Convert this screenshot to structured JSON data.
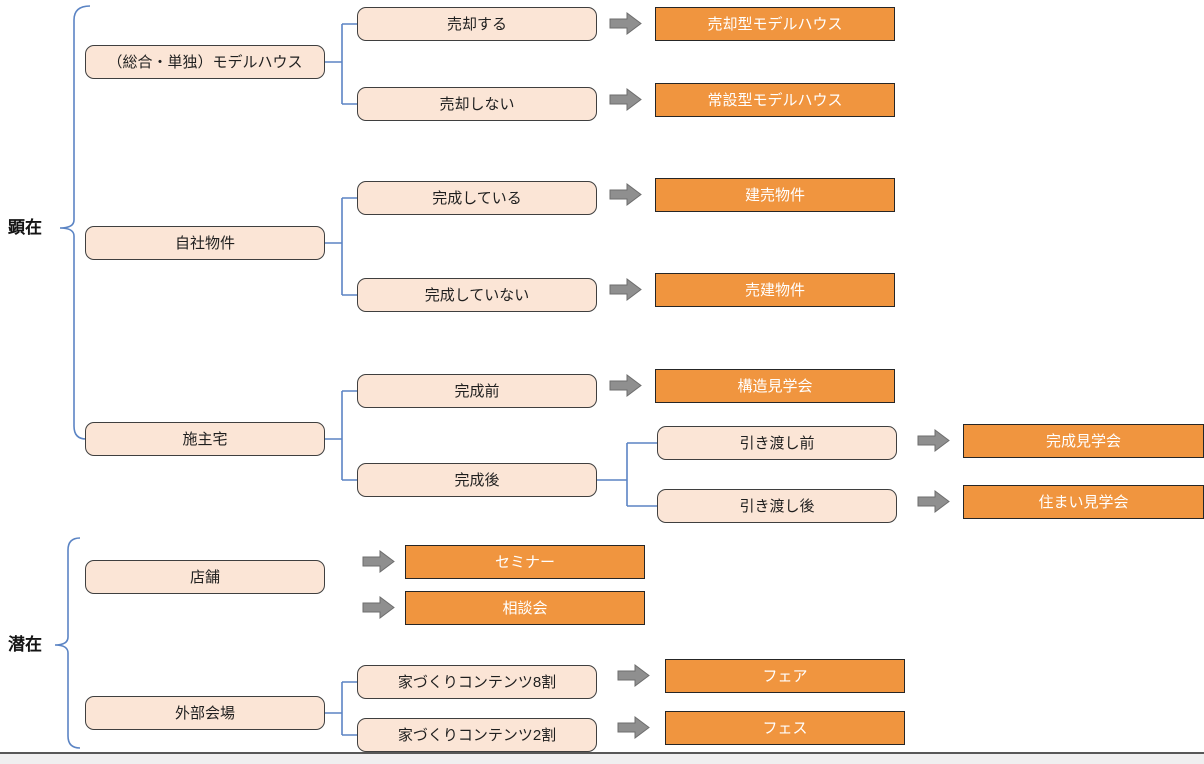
{
  "diagram": {
    "left_labels": {
      "kenzai": "顕在",
      "senzai": "潜在"
    },
    "labels": {
      "model_house": "（総合・単独）モデルハウス",
      "sell_yes": "売却する",
      "sell_no": "売却しない",
      "sell_model": "売却型モデルハウス",
      "permanent_model": "常設型モデルハウス",
      "own_property": "自社物件",
      "completed": "完成している",
      "not_completed": "完成していない",
      "spec_home": "建売物件",
      "semi_spec_home": "売建物件",
      "client_home": "施主宅",
      "before_completion": "完成前",
      "after_completion": "完成後",
      "structure_tour": "構造見学会",
      "before_handover": "引き渡し前",
      "after_handover": "引き渡し後",
      "completion_tour": "完成見学会",
      "living_tour": "住まい見学会",
      "store": "店舗",
      "seminar": "セミナー",
      "consultation": "相談会",
      "external_venue": "外部会場",
      "content8": "家づくりコンテンツ8割",
      "content2": "家づくりコンテンツ2割",
      "fair": "フェア",
      "fes": "フェス"
    },
    "colors": {
      "condition_fill": "#FBE5D6",
      "condition_border": "#3F3F3F",
      "result_fill": "#F0953F",
      "result_border": "#262626",
      "result_text": "#FFFFFF",
      "connector_blue": "#5B84C4",
      "arrow_gray": "#8F8F8F",
      "bottom_strip": "#F0EFF0"
    }
  }
}
